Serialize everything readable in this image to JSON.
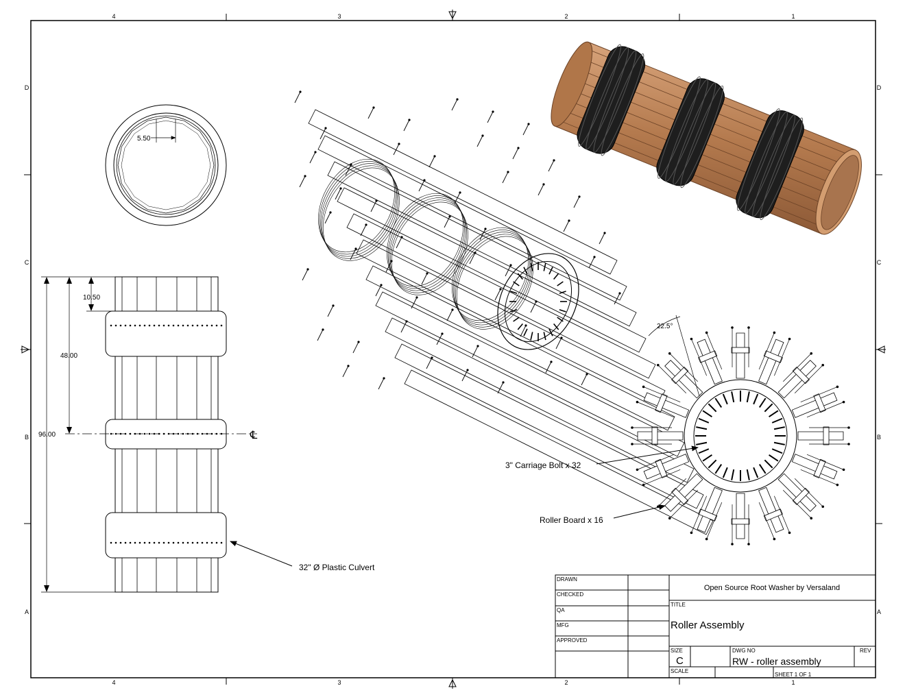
{
  "sheet": {
    "col_labels": [
      "4",
      "3",
      "2",
      "1"
    ],
    "row_labels": [
      "D",
      "C",
      "B",
      "A"
    ]
  },
  "top_view": {
    "dim_slat_width": "5.50"
  },
  "side_view": {
    "dim_end_to_band": "10.50",
    "dim_half_length": "48.00",
    "dim_total_length": "96.00",
    "centerline_symbol": "℄"
  },
  "end_view": {
    "dim_angle": "22.5°"
  },
  "callouts": {
    "culvert": "32\" Ø Plastic Culvert",
    "carriage_bolt": "3\" Carriage Bolt x 32",
    "roller_board": "Roller Board x 16"
  },
  "title_block": {
    "drawn_label": "DRAWN",
    "checked_label": "CHECKED",
    "qa_label": "QA",
    "mfg_label": "MFG",
    "approved_label": "APPROVED",
    "company": "Open Source Root Washer by Versaland",
    "title_label": "TITLE",
    "title": "Roller Assembly",
    "size_label": "SIZE",
    "size": "C",
    "dwg_no_label": "DWG NO",
    "dwg_no": "RW - roller assembly",
    "rev_label": "REV",
    "scale_label": "SCALE",
    "sheet_label": "SHEET 1  OF 1"
  },
  "colors": {
    "wood": "#c08a5e",
    "band": "#1e1e1e",
    "line": "#000000"
  }
}
